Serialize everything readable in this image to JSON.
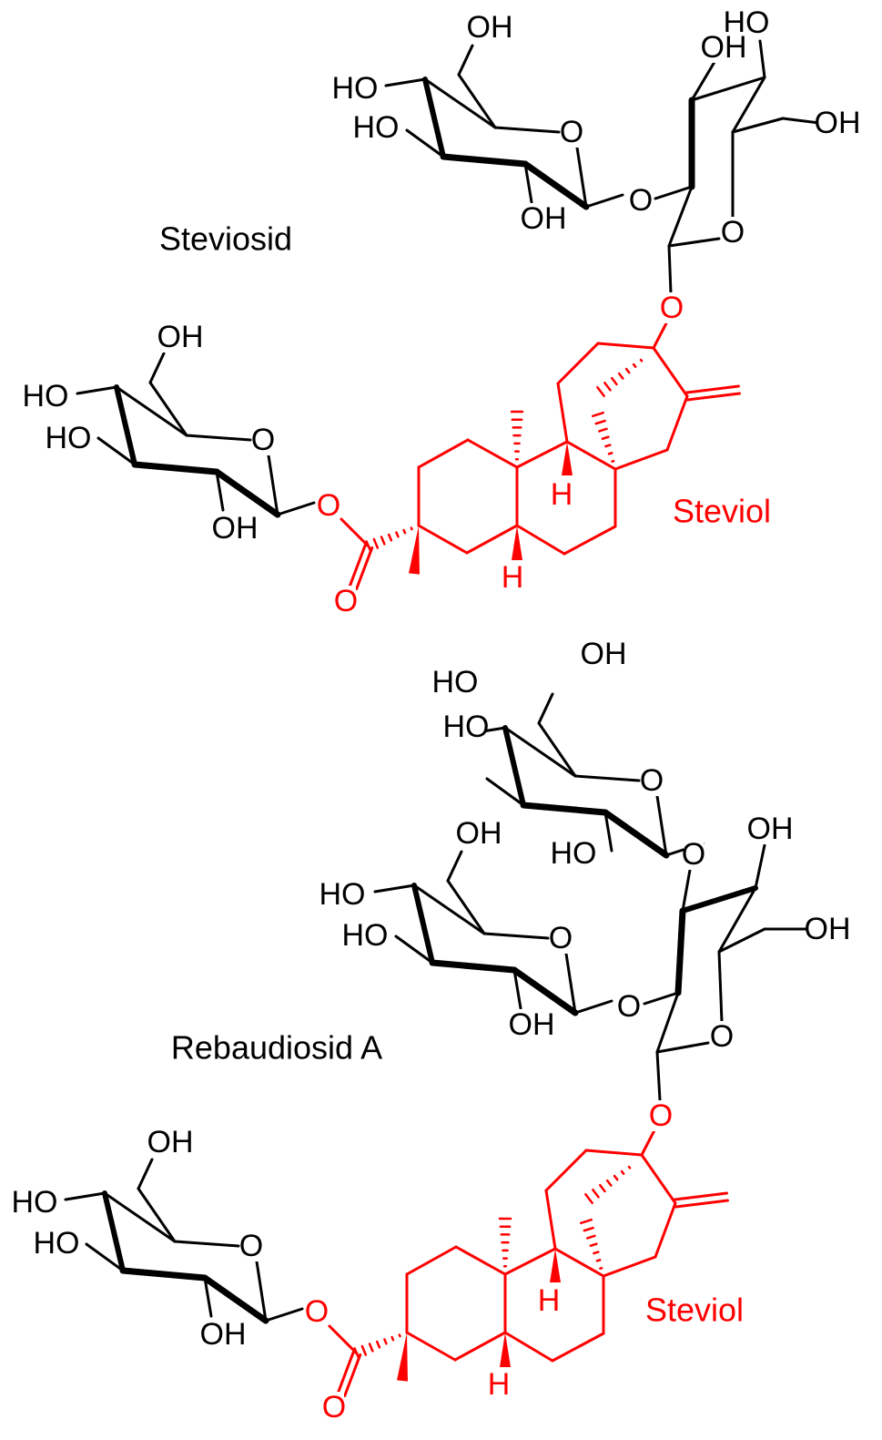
{
  "colors": {
    "sugar": "#000000",
    "steviol": "#ff0000"
  },
  "steviosid": {
    "name": "Steviosid",
    "aglycone_label": "Steviol",
    "atom_labels": [
      "OH",
      "HO",
      "OH",
      "HO",
      "HO",
      "O",
      "OH",
      "OH",
      "O",
      "O",
      "O",
      "OH",
      "HO",
      "HO",
      "O",
      "H",
      "OH",
      "O",
      "H",
      "O"
    ]
  },
  "rebaudiosid": {
    "name": "Rebaudiosid A",
    "aglycone_label": "Steviol",
    "atom_labels": [
      "OH",
      "HO",
      "HO",
      "O",
      "OH",
      "OH",
      "HO",
      "O",
      "HO",
      "HO",
      "O",
      "OH",
      "OH",
      "O",
      "O",
      "O",
      "OH",
      "HO",
      "HO",
      "O",
      "H",
      "O",
      "OH",
      "H",
      "O"
    ]
  }
}
